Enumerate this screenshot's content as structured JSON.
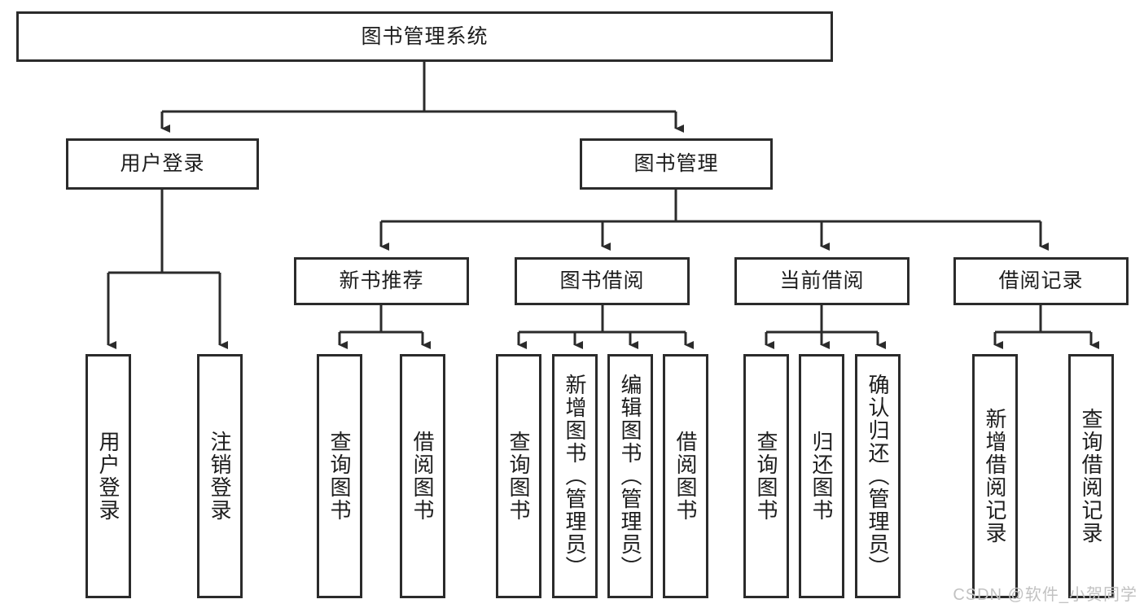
{
  "diagram": {
    "title": "图书管理系统",
    "style": {
      "box_fill": "#ffffff",
      "box_stroke": "#2b2b2b",
      "text_color": "#1d1d1d",
      "connector_color": "#2b2b2b",
      "background": "#ffffff",
      "watermark_color": "#c2c2c2"
    },
    "watermark": "CSDN @软件_小贺同学",
    "levels": {
      "root": {
        "label": "图书管理系统"
      },
      "level2": [
        {
          "label": "用户登录"
        },
        {
          "label": "图书管理"
        }
      ],
      "level3": [
        {
          "label": "新书推荐"
        },
        {
          "label": "图书借阅"
        },
        {
          "label": "当前借阅"
        },
        {
          "label": "借阅记录"
        }
      ],
      "leaves": {
        "user_login": [
          {
            "label": "用户登录"
          },
          {
            "label": "注销登录"
          }
        ],
        "new_book_recommend": [
          {
            "label": "查询图书"
          },
          {
            "label": "借阅图书"
          }
        ],
        "book_borrow": [
          {
            "label": "查询图书"
          },
          {
            "label": "新增图书（管理员）"
          },
          {
            "label": "编辑图书（管理员）"
          },
          {
            "label": "借阅图书"
          }
        ],
        "current_borrow": [
          {
            "label": "查询图书"
          },
          {
            "label": "归还图书"
          },
          {
            "label": "确认归还（管理员）"
          }
        ],
        "borrow_record": [
          {
            "label": "新增借阅记录"
          },
          {
            "label": "查询借阅记录"
          }
        ]
      }
    }
  }
}
